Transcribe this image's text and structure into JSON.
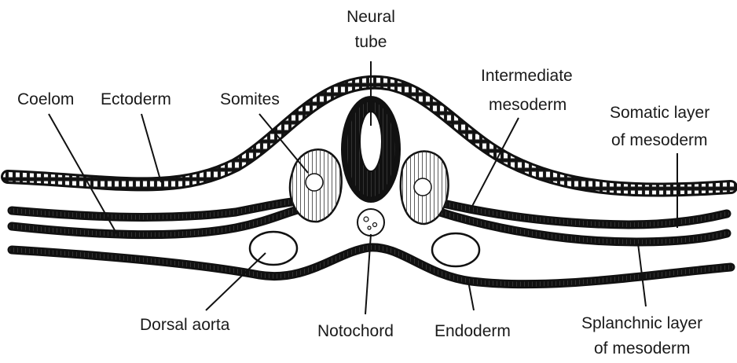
{
  "labels": {
    "neural_tube": [
      "Neural",
      "tube"
    ],
    "coelom": "Coelom",
    "ectoderm": "Ectoderm",
    "somites": "Somites",
    "intermediate_mesoderm": [
      "Intermediate",
      "mesoderm"
    ],
    "somatic_layer": [
      "Somatic layer",
      "of mesoderm"
    ],
    "dorsal_aorta": "Dorsal aorta",
    "notochord": "Notochord",
    "endoderm": "Endoderm",
    "splanchnic_layer": [
      "Splanchnic layer",
      "of mesoderm"
    ]
  }
}
